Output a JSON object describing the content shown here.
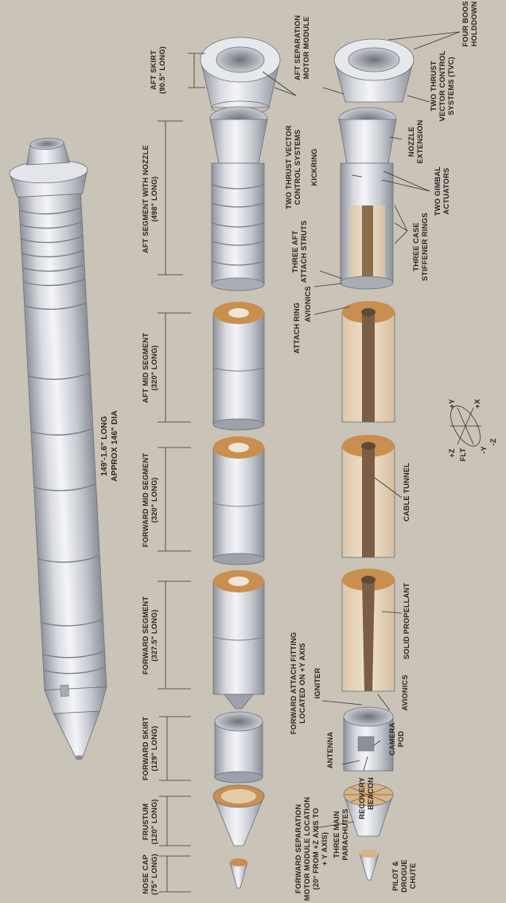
{
  "overall": {
    "length": "149'-1.6\" LONG",
    "diameter": "APPROX 146\" DIA"
  },
  "segments": {
    "aft_skirt": {
      "name": "AFT SKIRT",
      "length": "(90.5\" LONG)"
    },
    "aft_segment": {
      "name": "AFT SEGMENT WITH NOZZLE",
      "length": "(498\" LONG)"
    },
    "aft_mid": {
      "name": "AFT  MID SEGMENT",
      "length": "(320\" LONG)"
    },
    "forward_mid": {
      "name": "FORWARD MID SEGMENT",
      "length": "(320\" LONG)"
    },
    "forward_segment": {
      "name": "FORWARD SEGMENT",
      "length": "(327.5\" LONG)"
    },
    "forward_skirt": {
      "name": "FORWARD SKIRT",
      "length": "(129\" LONG)"
    },
    "frustum": {
      "name": "FRUSTUM",
      "length": "(120\" LONG)"
    },
    "nose_cap": {
      "name": "NOSE CAP",
      "length": "(75\" LONG)"
    }
  },
  "callouts": {
    "four_bosses": "FOUR BOOS",
    "holddown": "HOLDDOWN",
    "aft_sep_motor_1": "AFT SEPARATION",
    "aft_sep_motor_2": "MOTOR MODULE",
    "two_tvc_1": "TWO THRUST",
    "two_tvc_2": "VECTOR CONTROL",
    "two_tvc_3": "SYSTEMS (TVC)",
    "two_tvcs_1": "TWO THRUST VECTOR",
    "two_tvcs_2": "CONTROL SYSTEMS",
    "nozzle_ext_1": "NOZZLE",
    "nozzle_ext_2": "EXTENSION",
    "kickring": "KICKRING",
    "two_gimbal_1": "TWO GIMBAL",
    "two_gimbal_2": "ACTUATORS",
    "three_aft_1": "THREE AFT",
    "three_aft_2": "ATTACH STRUTS",
    "three_case_1": "THREE CASE",
    "three_case_2": "STIFFENER RINGS",
    "attach_ring": "ATTACH RING",
    "avionics_aft": "AVIONICS",
    "cable_tunnel": "CABLE TUNNEL",
    "solid_propellant": "SOLID PROPELLANT",
    "fwd_attach_1": "FORWARD ATTACH FITTING",
    "fwd_attach_2": "LOCATED ON +Y AXIS",
    "igniter": "IGNITER",
    "avionics_fwd": "AVIONICS",
    "antenna": "ANTENNA",
    "camera_1": "CAMERA",
    "camera_2": "POD",
    "recovery_1": "RECOVERY",
    "recovery_2": "BEACON",
    "fwd_sep_1": "FORWARD SEPARATION",
    "fwd_sep_2": "MOTOR MODULE LOCATION",
    "fwd_sep_3": "(20° FROM +Z AXIS TO",
    "fwd_sep_4": "+ Y AXIS)",
    "three_main_1": "THREE MAIN",
    "three_main_2": "PARACHUTES",
    "pilot_1": "PILOT &",
    "pilot_2": "DROGUE",
    "pilot_3": "CHUTE"
  },
  "axes": {
    "plus_y": "+Y",
    "plus_x": "+X",
    "plus_z": "+Z",
    "minus_z": "-Z",
    "minus_y": "-Y",
    "flt": "FLT"
  },
  "colors": {
    "background": "#c9c3b8",
    "metal_light": "#eceef2",
    "metal_mid": "#b9bcc4",
    "metal_dark": "#8c9099",
    "propellant": "#e8d6be",
    "propellant_edge": "#c9904e",
    "ink": "#2a2622"
  }
}
